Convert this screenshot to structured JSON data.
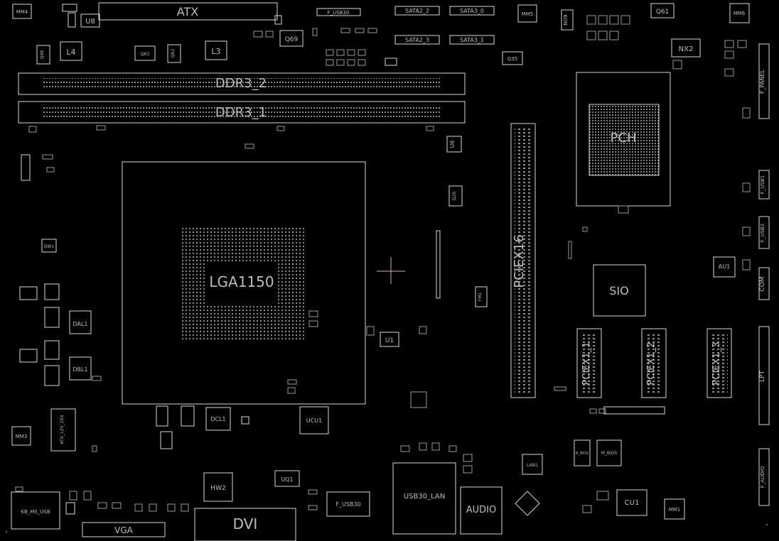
{
  "colors": {
    "background": "#000000",
    "outline": "#d8d8d8",
    "label": "#bdbdbd",
    "pad": "#9a9a9a",
    "crosshair": "#d9a6b8"
  },
  "labels": {
    "atx": "ATX",
    "u8": "U8",
    "mm4": "MM4",
    "mm5": "MM5",
    "mm6": "MM6",
    "f_usb30": "F_USB30",
    "sata2_2": "SATA2_2",
    "sata3_0": "SATA3_0",
    "sata2_3": "SATA2_3",
    "sata3_1": "SATA3_1",
    "q61": "Q61",
    "nx2": "NX2",
    "no9": "NO9",
    "l4": "L4",
    "l3": "L3",
    "q69": "Q69",
    "q35": "Q35",
    "ddr3_2": "DDR3_2",
    "ddr3_1": "DDR3_1",
    "f_panel": "F_PANEL",
    "pch": "PCH",
    "pciex16": "PCIEX16",
    "lga1150": "LGA1150",
    "u6": "U6",
    "q26": "Q26",
    "u1": "U1",
    "f_usb1": "F_USB1",
    "f_usb2": "F_USB2",
    "au1": "AU1",
    "com": "COM",
    "sio": "SIO",
    "pciex1_1": "PCIEX1_1",
    "pciex1_2": "PCIEX1_2",
    "pciex1_3": "PCIEX1_3",
    "lpt": "LPT",
    "dw1": "DW1",
    "dal1": "DAL1",
    "dbl1": "DBL1",
    "dcl1": "DCL1",
    "ucu1": "UCU1",
    "uq1": "UQ1",
    "hw2": "HW2",
    "mm3": "MM3",
    "atx_12v": "ATX_12V_2X4",
    "kb_ms_usb": "KB_MS_USB",
    "vga": "VGA",
    "dvi": "DVI",
    "f_usb30b": "F_USB30",
    "usb30_lan": "USB30_LAN",
    "audio": "AUDIO",
    "lan1": "LAN1",
    "b_bios": "B_BIOS",
    "m_bios": "M_BIOS",
    "f_audio": "F_AUDIO",
    "cu1": "CU1",
    "mm1": "MM1",
    "fm1": "FM1",
    "q63": "Q63",
    "q62": "Q62",
    "q48": "Q48"
  }
}
